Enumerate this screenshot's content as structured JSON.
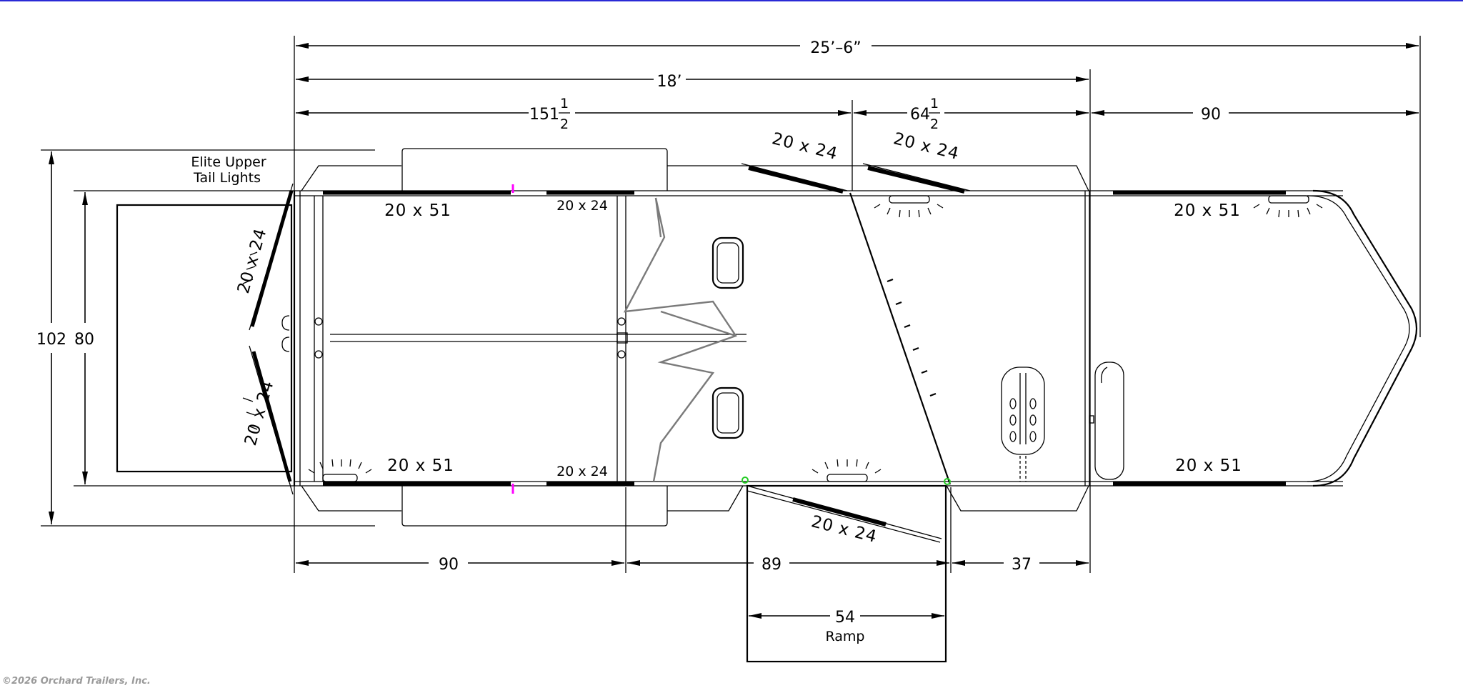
{
  "dimensions": {
    "overall_length": "25’–6”",
    "box_length": "18’",
    "front_section": "151",
    "front_section_fraction_num": "1",
    "front_section_fraction_den": "2",
    "middle_section": "64",
    "middle_section_fraction_num": "1",
    "middle_section_fraction_den": "2",
    "nose_section": "90",
    "outer_width": "102",
    "inner_width": "80",
    "bottom_stall": "90",
    "bottom_middle": "89",
    "bottom_tack": "37",
    "ramp_width": "54",
    "ramp_label": "Ramp"
  },
  "labels": {
    "tail_lights_line1": "Elite Upper",
    "tail_lights_line2": "Tail Lights"
  },
  "windows": {
    "top_left": "20  x  51",
    "top_center": "20  x  24",
    "top_drop_1": "20  x  24",
    "top_drop_2": "20  x  24",
    "top_right": "20  x  51",
    "bottom_left": "20  x  51",
    "bottom_center": "20  x  24",
    "bottom_right": "20  x  51",
    "ramp_door": "20  x  24",
    "rear_upper": "20  x  24",
    "rear_lower": "20  x  24"
  },
  "copyright": "©2026 Orchard Trailers, Inc."
}
